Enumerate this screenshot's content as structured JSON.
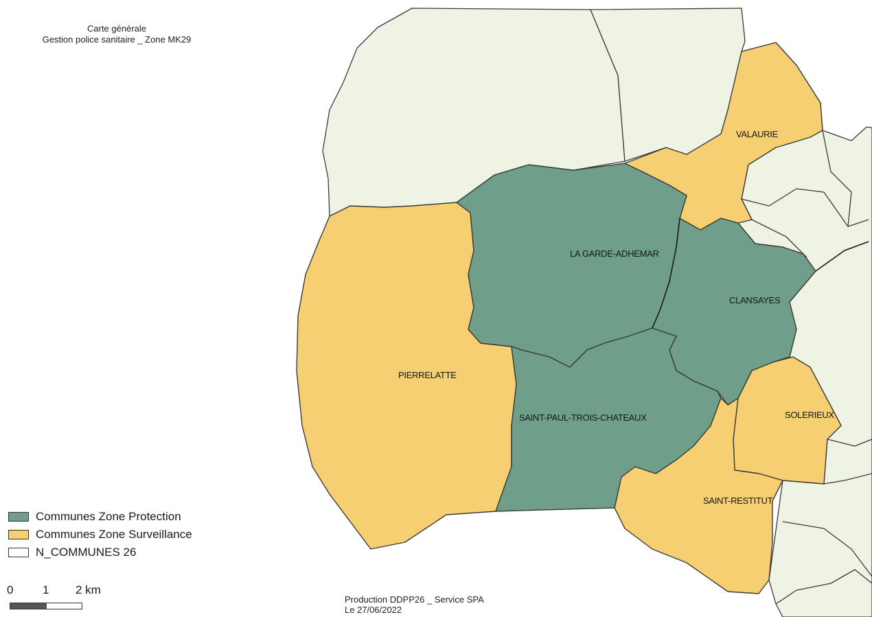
{
  "map": {
    "title_line1": "Carte générale",
    "title_line2": "Gestion police sanitaire _ Zone MK29",
    "communes": [
      {
        "name": "LA GARDE-ADHEMAR",
        "zone": "protection"
      },
      {
        "name": "CLANSAYES",
        "zone": "protection"
      },
      {
        "name": "SAINT-PAUL-TROIS-CHATEAUX",
        "zone": "protection"
      },
      {
        "name": "VALAURIE",
        "zone": "surveillance"
      },
      {
        "name": "PIERRELATTE",
        "zone": "surveillance"
      },
      {
        "name": "SOLERIEUX",
        "zone": "surveillance"
      },
      {
        "name": "SAINT-RESTITUT",
        "zone": "surveillance"
      }
    ],
    "colors": {
      "protection": "#6f9f8a",
      "surveillance": "#f5cf72",
      "other_communes": "#eef3e3",
      "boundary": "#3a3a3a"
    }
  },
  "legend": {
    "items": [
      {
        "label": "Communes Zone Protection",
        "color": "#6f9f8a"
      },
      {
        "label": "Communes Zone Surveillance",
        "color": "#f5cf72"
      },
      {
        "label": "N_COMMUNES 26",
        "color": "#ffffff"
      }
    ]
  },
  "scalebar": {
    "ticks": [
      "0",
      "1",
      "2 km"
    ]
  },
  "footer": {
    "production_line1": "Production DDPP26 _ Service SPA",
    "production_line2": "Le 27/06/2022"
  }
}
